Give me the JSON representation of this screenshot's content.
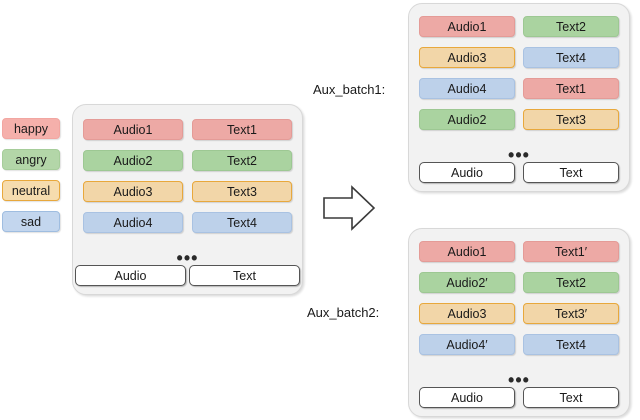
{
  "diagram": {
    "emotion_labels": [
      {
        "text": "happy",
        "color_class": "c-red-lab",
        "color": "#f5b0ab"
      },
      {
        "text": "angry",
        "color_class": "c-green-lab",
        "color": "#b3d6a8"
      },
      {
        "text": "neutral",
        "color_class": "c-orange-lab",
        "color": "#f6dcae"
      },
      {
        "text": "sad",
        "color_class": "c-blue-lab",
        "color": "#c3d6ee"
      }
    ],
    "main_batch": {
      "rows": [
        {
          "audio": "Audio1",
          "audio_color": "c-red",
          "text": "Text1",
          "text_color": "c-red"
        },
        {
          "audio": "Audio2",
          "audio_color": "c-green",
          "text": "Text2",
          "text_color": "c-green"
        },
        {
          "audio": "Audio3",
          "audio_color": "c-orange",
          "text": "Text3",
          "text_color": "c-orange"
        },
        {
          "audio": "Audio4",
          "audio_color": "c-blue",
          "text": "Text4",
          "text_color": "c-blue"
        }
      ],
      "ellipsis": "•••",
      "footer_audio": "Audio",
      "footer_text": "Text"
    },
    "aux_batch1": {
      "label": "Aux_batch1:",
      "rows": [
        {
          "audio": "Audio1",
          "audio_color": "c-red",
          "text": "Text2",
          "text_color": "c-green"
        },
        {
          "audio": "Audio3",
          "audio_color": "c-orange",
          "text": "Text4",
          "text_color": "c-blue"
        },
        {
          "audio": "Audio4",
          "audio_color": "c-blue",
          "text": "Text1",
          "text_color": "c-red"
        },
        {
          "audio": "Audio2",
          "audio_color": "c-green",
          "text": "Text3",
          "text_color": "c-orange"
        }
      ],
      "ellipsis": "•••",
      "footer_audio": "Audio",
      "footer_text": "Text"
    },
    "aux_batch2": {
      "label": "Aux_batch2:",
      "rows": [
        {
          "audio": "Audio1",
          "audio_color": "c-red",
          "text": "Text1′",
          "text_color": "c-red"
        },
        {
          "audio": "Audio2′",
          "audio_color": "c-green",
          "text": "Text2",
          "text_color": "c-green"
        },
        {
          "audio": "Audio3",
          "audio_color": "c-orange",
          "text": "Text3′",
          "text_color": "c-orange"
        },
        {
          "audio": "Audio4′",
          "audio_color": "c-blue",
          "text": "Text4",
          "text_color": "c-blue"
        }
      ],
      "ellipsis": "•••",
      "footer_audio": "Audio",
      "footer_text": "Text"
    },
    "arrow": {
      "direction": "right"
    }
  }
}
